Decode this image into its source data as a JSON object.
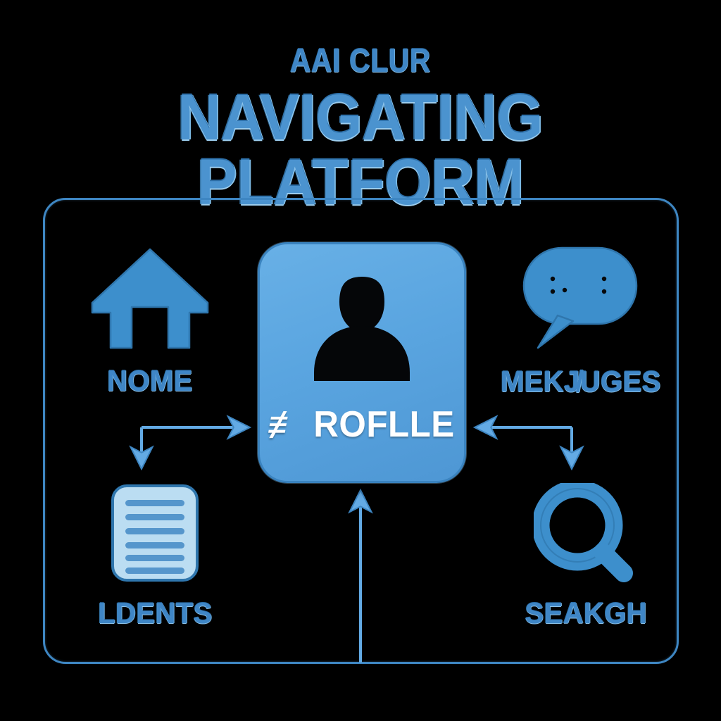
{
  "header": {
    "eyebrow": "AAI CLUR",
    "title": "NAVIGATING PLATFORM"
  },
  "center": {
    "glyph": "≢",
    "label": "ROFLLE",
    "icon": "user-avatar-icon"
  },
  "nodes": [
    {
      "id": "home",
      "label": "NOME",
      "icon": "house-icon"
    },
    {
      "id": "messages",
      "label": "MEKJ̸UGES",
      "icon": "speech-bubble-icon"
    },
    {
      "id": "documents",
      "label": "LDENTS",
      "icon": "document-lines-icon"
    },
    {
      "id": "search",
      "label": "SEAKGH",
      "icon": "magnifier-icon"
    }
  ],
  "connectors": [
    {
      "id": "home-to-profile",
      "from": "home",
      "to": "profile",
      "direction": "right"
    },
    {
      "id": "profile-to-documents",
      "from": "profile",
      "to": "documents",
      "direction": "down"
    },
    {
      "id": "messages-to-profile",
      "from": "messages",
      "to": "profile",
      "direction": "left"
    },
    {
      "id": "profile-to-search",
      "from": "profile",
      "to": "search",
      "direction": "down"
    },
    {
      "id": "bottom-to-profile",
      "from": "panel-bottom",
      "to": "profile",
      "direction": "up"
    }
  ],
  "colors": {
    "background": "#000000",
    "accent": "#3f86c6",
    "tile_fill": "#5aa5e0",
    "icon_blue": "#3d8fcc",
    "document_fill": "#bbddf2",
    "document_line": "#5596cc",
    "panel_border": "#3e86c2",
    "label_white": "#ffffff"
  }
}
